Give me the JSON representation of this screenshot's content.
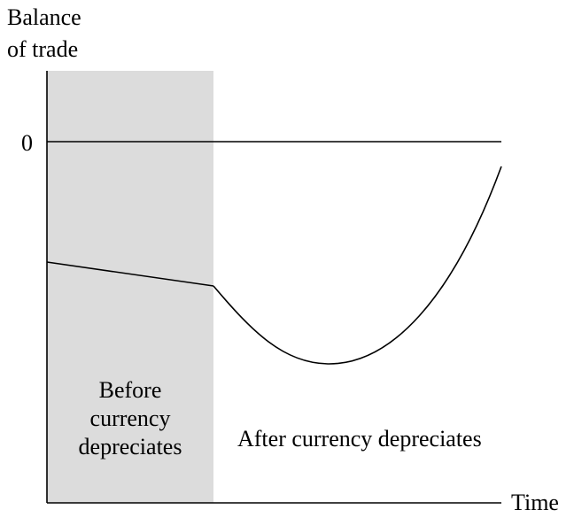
{
  "axes": {
    "y_label_lines": [
      "Balance",
      "of trade"
    ],
    "zero_tick": "0",
    "x_label": "Time"
  },
  "regions": {
    "before_lines": [
      "Before",
      "currency",
      "depreciates"
    ],
    "after": "After currency depreciates"
  },
  "colors": {
    "shaded_region": "#dcdcdc",
    "line": "#000000",
    "background": "#ffffff"
  }
}
